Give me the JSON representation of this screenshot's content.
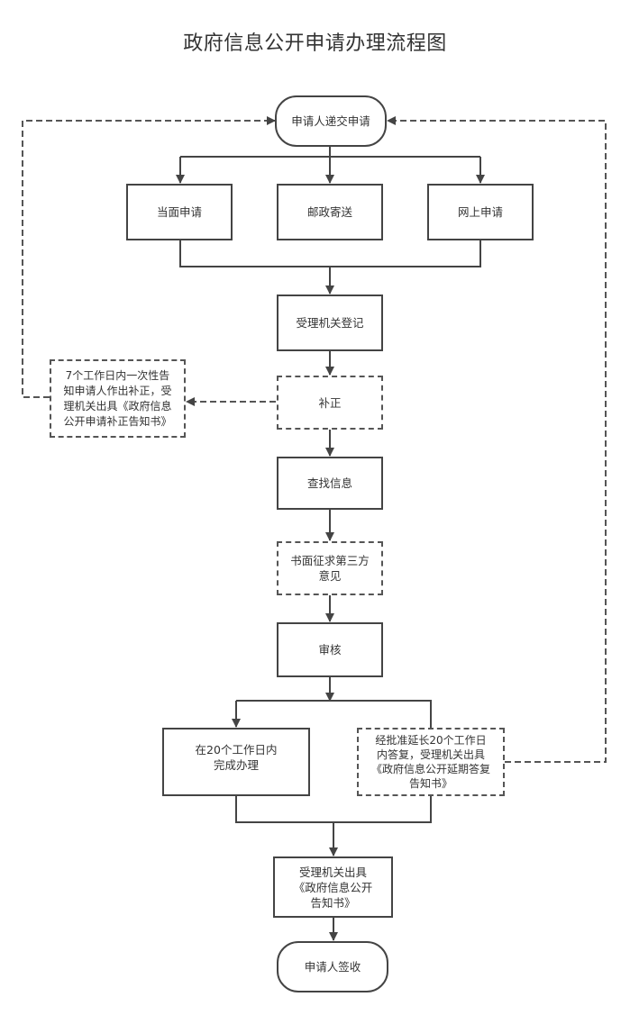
{
  "title": "政府信息公开申请办理流程图",
  "colors": {
    "stroke": "#444444",
    "text": "#333333",
    "background": "#ffffff"
  },
  "nodes": {
    "submit": {
      "label": "申请人递交申请",
      "shape": "terminal",
      "style": "solid"
    },
    "in_person": {
      "label": "当面申请",
      "shape": "process",
      "style": "solid"
    },
    "postal": {
      "label": "邮政寄送",
      "shape": "process",
      "style": "solid"
    },
    "online": {
      "label": "网上申请",
      "shape": "process",
      "style": "solid"
    },
    "register": {
      "label": "受理机关登记",
      "shape": "process",
      "style": "solid"
    },
    "correction": {
      "label": "补正",
      "shape": "process",
      "style": "dashed"
    },
    "correction_notice": {
      "label": "7个工作日内一次性告\n知申请人作出补正，受\n理机关出具《政府信息\n公开申请补正告知书》",
      "shape": "process",
      "style": "dashed"
    },
    "search": {
      "label": "查找信息",
      "shape": "process",
      "style": "solid"
    },
    "third_party": {
      "label": "书面征求第三方\n意见",
      "shape": "process",
      "style": "dashed"
    },
    "review": {
      "label": "审核",
      "shape": "process",
      "style": "solid"
    },
    "complete": {
      "label": "在20个工作日内\n完成办理",
      "shape": "process",
      "style": "solid"
    },
    "extension": {
      "label": "经批准延长20个工作日\n内答复，受理机关出具\n《政府信息公开延期答复\n告知书》",
      "shape": "process",
      "style": "dashed"
    },
    "issue_notice": {
      "label": "受理机关出具\n《政府信息公开\n告知书》",
      "shape": "process",
      "style": "solid"
    },
    "sign": {
      "label": "申请人签收",
      "shape": "terminal",
      "style": "solid"
    }
  },
  "edges": [
    {
      "from": "submit",
      "to": "in_person",
      "style": "solid"
    },
    {
      "from": "submit",
      "to": "postal",
      "style": "solid"
    },
    {
      "from": "submit",
      "to": "online",
      "style": "solid"
    },
    {
      "from": "in_person",
      "to": "register",
      "style": "solid"
    },
    {
      "from": "postal",
      "to": "register",
      "style": "solid"
    },
    {
      "from": "online",
      "to": "register",
      "style": "solid"
    },
    {
      "from": "register",
      "to": "correction",
      "style": "solid"
    },
    {
      "from": "correction",
      "to": "correction_notice",
      "style": "dashed"
    },
    {
      "from": "correction_notice",
      "to": "submit",
      "style": "dashed"
    },
    {
      "from": "correction",
      "to": "search",
      "style": "solid"
    },
    {
      "from": "search",
      "to": "third_party",
      "style": "solid"
    },
    {
      "from": "third_party",
      "to": "review",
      "style": "solid"
    },
    {
      "from": "review",
      "to": "complete",
      "style": "solid"
    },
    {
      "from": "review",
      "to": "extension",
      "style": "solid"
    },
    {
      "from": "extension",
      "to": "submit",
      "style": "dashed"
    },
    {
      "from": "complete",
      "to": "issue_notice",
      "style": "solid"
    },
    {
      "from": "extension",
      "to": "issue_notice",
      "style": "solid"
    },
    {
      "from": "issue_notice",
      "to": "sign",
      "style": "solid"
    }
  ]
}
